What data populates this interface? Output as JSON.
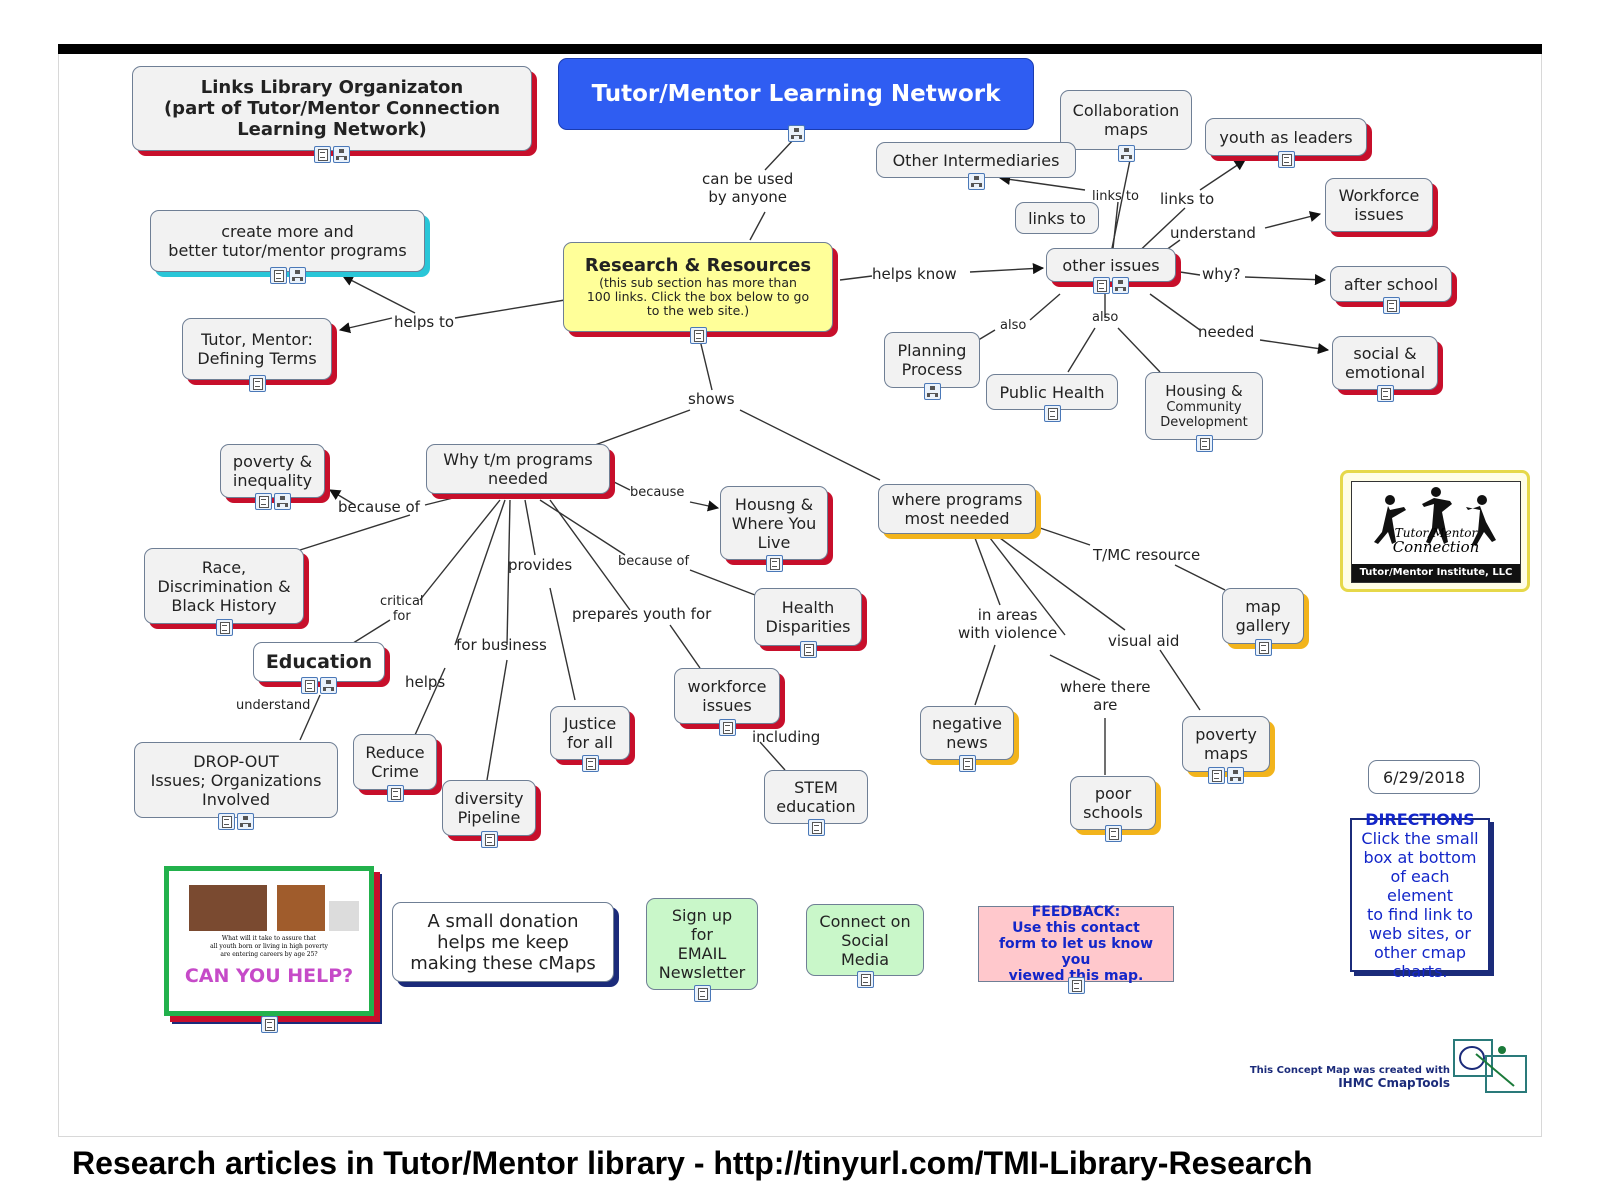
{
  "colors": {
    "accent_blue": "#2f5df2",
    "title_yellow": "#ffff99",
    "feedback_pink": "#ffc8cc",
    "green_box": "#c9f7c9",
    "shadow_red": "#c70f2b",
    "shadow_yellow": "#f2b41c",
    "shadow_navy": "#1b2b7a",
    "shadow_cyan": "#29c6d8",
    "directions_blue": "#1326c9"
  },
  "nodes": {
    "links_library": "Links Library Organizaton\n(part of Tutor/Mentor Connection\nLearning Network)",
    "network_title": "Tutor/Mentor Learning Network",
    "research_title": "Research & Resources",
    "research_sub": "(this sub section has more than\n100 links. Click the box below to go\nto the web site.)",
    "create_more": "create more and\nbetter tutor/mentor programs",
    "defining_terms": "Tutor, Mentor:\nDefining Terms",
    "collaboration_maps": "Collaboration\nmaps",
    "other_intermediaries": "Other Intermediaries",
    "youth_as_leaders": "youth as leaders",
    "workforce_issues_top": "Workforce\nissues",
    "links_to_box": "links to",
    "other_issues": "other issues",
    "after_school": "after school",
    "social_emotional": "social &\nemotional",
    "planning_process": "Planning\nProcess",
    "public_health": "Public Health",
    "housing_community_1": "Housing &",
    "housing_community_2": "Community\nDevelopment",
    "poverty_inequality": "poverty &\ninequality",
    "why_programs": "Why t/m programs\nneeded",
    "housing_where": "Housng &\nWhere You\nLive",
    "where_programs": "where programs\nmost needed",
    "race": "Race,\nDiscrimination &\nBlack History",
    "health_disparities": "Health\nDisparities",
    "education": "Education",
    "workforce_issues": "workforce\nissues",
    "map_gallery": "map\ngallery",
    "dropout": "DROP-OUT\nIssues; Organizations\nInvolved",
    "reduce_crime": "Reduce\nCrime",
    "justice": "Justice\nfor all",
    "negative_news": "negative\nnews",
    "poverty_maps": "poverty\nmaps",
    "diversity": "diversity\nPipeline",
    "stem": "STEM\neducation",
    "poor_schools": "poor\nschools",
    "date": "6/29/2018",
    "donation": "A small donation\nhelps me keep\nmaking these cMaps",
    "signup": "Sign up\nfor\nEMAIL\nNewsletter",
    "connect": "Connect on\nSocial\nMedia",
    "feedback_title": "FEEDBACK:",
    "feedback_body": "Use this contact\nform to let us know you\nviewed this map.",
    "directions_title": "DIRECTIONS",
    "directions_body": "Click the small\nbox at bottom\nof each element\nto find link to\nweb sites, or\nother cmap\ncharts."
  },
  "link_labels": {
    "can_be_used": "can be used\nby anyone",
    "helps_to": "helps to",
    "helps_know": "helps know",
    "links_to_a": "links to",
    "links_to_b": "links to",
    "understand_top": "understand",
    "why": "why?",
    "also_a": "also",
    "also_b": "also",
    "needed": "needed",
    "shows": "shows",
    "because_of": "because of",
    "because": "because",
    "provides": "provides",
    "because_of_2": "because of",
    "critical_for": "critical\nfor",
    "prepares": "prepares youth for",
    "for_business": "for business",
    "helps": "helps",
    "understand": "understand",
    "including": "including",
    "tmc_resource": "T/MC resource",
    "in_areas": "in areas\nwith violence",
    "visual_aid": "visual aid",
    "where_there_are": "where there\nare"
  },
  "logo": {
    "line1": "Tutor/Mentor",
    "line2": "Connection",
    "caption": "Tutor/Mentor Institute, LLC"
  },
  "flyer": {
    "tagline": "What will it take to assure that\nall youth born or living in high poverty\nare entering careers by age 25?",
    "headline": "CAN YOU HELP?"
  },
  "cmap_credit": {
    "line1": "This Concept Map was created with",
    "line2": "IHMC CmapTools"
  },
  "caption": "Research articles in Tutor/Mentor library - http://tinyurl.com/TMI-Library-Research"
}
